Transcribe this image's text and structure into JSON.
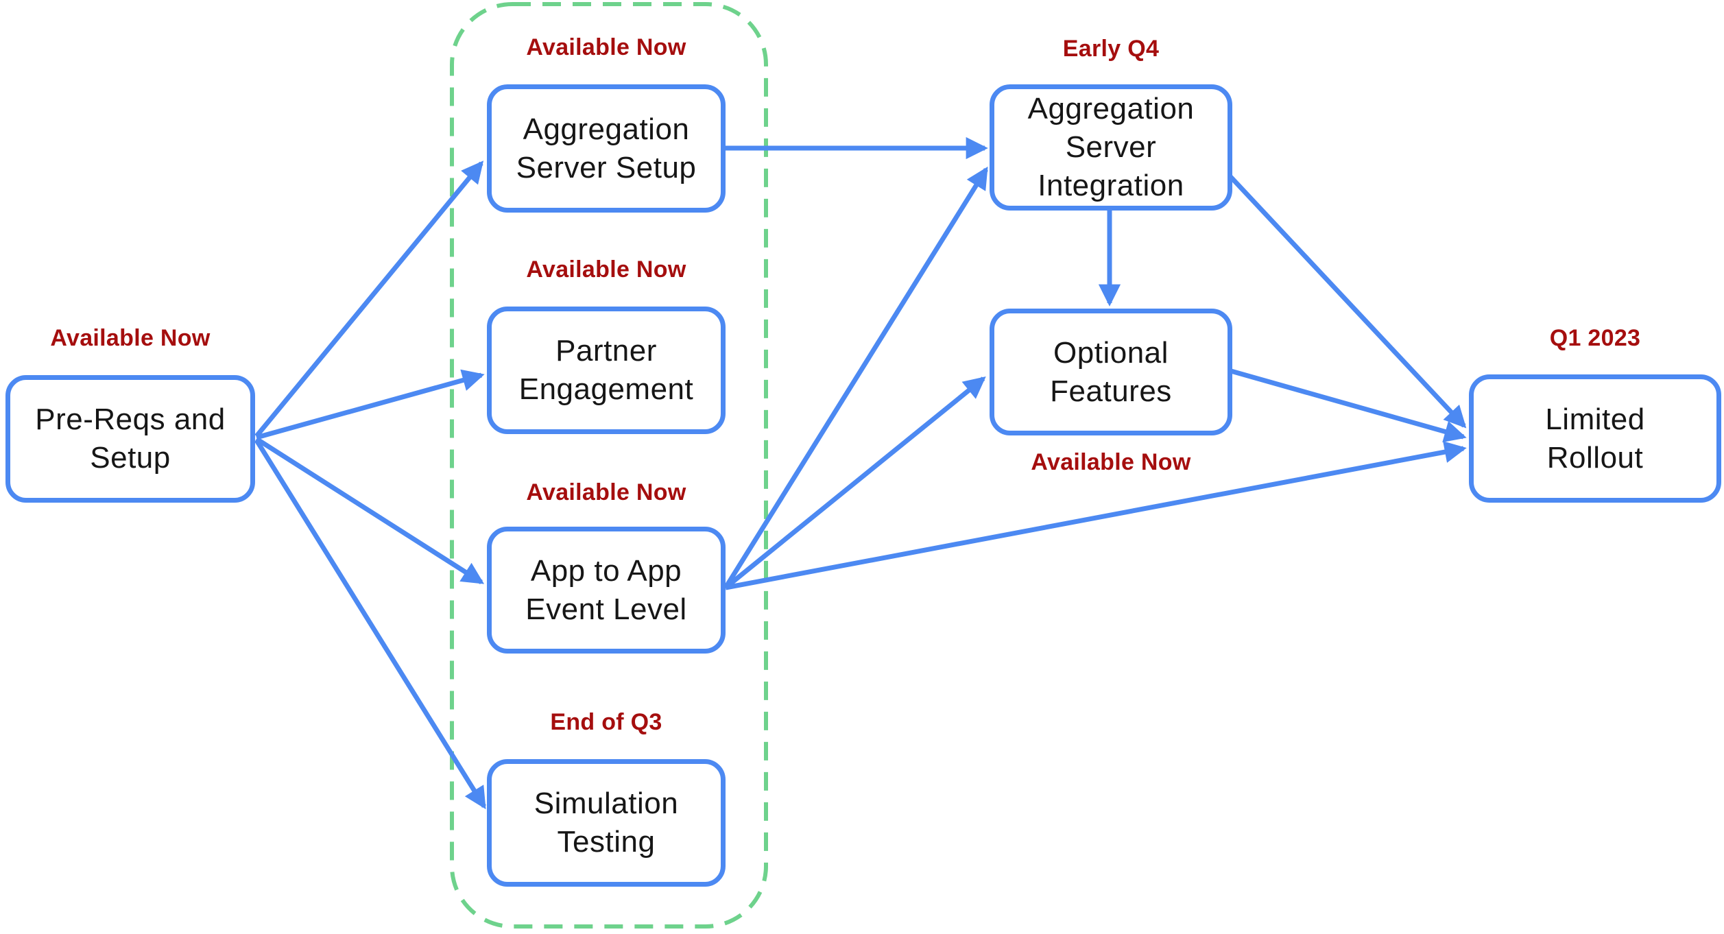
{
  "colors": {
    "node_border": "#4C89F2",
    "arrow": "#4C89F2",
    "group_outline": "#6ED28C",
    "milestone_text": "#A50E0E",
    "node_text": "#161616",
    "background": "#FFFFFF"
  },
  "nodes": {
    "prereqs": {
      "label": "Pre-Reqs and\nSetup",
      "milestone": "Available Now"
    },
    "agg_setup": {
      "label": "Aggregation\nServer Setup",
      "milestone": "Available Now"
    },
    "partner": {
      "label": "Partner\nEngagement",
      "milestone": "Available Now"
    },
    "app2app": {
      "label": "App to App\nEvent Level",
      "milestone": "Available Now"
    },
    "simulation": {
      "label": "Simulation\nTesting",
      "milestone": "End of Q3"
    },
    "agg_integration": {
      "label": "Aggregation\nServer\nIntegration",
      "milestone": "Early Q4"
    },
    "optional": {
      "label": "Optional\nFeatures",
      "milestone": "Available Now"
    },
    "rollout": {
      "label": "Limited\nRollout",
      "milestone": "Q1 2023"
    }
  },
  "edges": [
    {
      "from": "prereqs",
      "to": "agg_setup"
    },
    {
      "from": "prereqs",
      "to": "partner"
    },
    {
      "from": "prereqs",
      "to": "app2app"
    },
    {
      "from": "prereqs",
      "to": "simulation"
    },
    {
      "from": "agg_setup",
      "to": "agg_integration"
    },
    {
      "from": "app2app",
      "to": "agg_integration"
    },
    {
      "from": "app2app",
      "to": "optional"
    },
    {
      "from": "app2app",
      "to": "rollout"
    },
    {
      "from": "agg_integration",
      "to": "optional"
    },
    {
      "from": "agg_integration",
      "to": "rollout"
    },
    {
      "from": "optional",
      "to": "rollout"
    }
  ],
  "group": {
    "members": [
      "agg_setup",
      "partner",
      "app2app",
      "simulation"
    ],
    "style": "green-dashed-outline"
  }
}
